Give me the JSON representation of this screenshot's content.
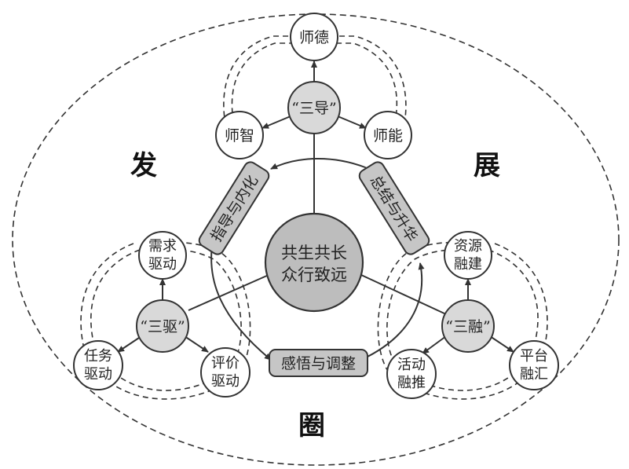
{
  "outer": {
    "label_left": "发",
    "label_right": "展",
    "label_bottom": "圈"
  },
  "core": {
    "line1": "共生共长",
    "line2": "众行致远"
  },
  "groups": {
    "dao": {
      "hub": "“三导”",
      "top": "师德",
      "left": "师智",
      "right": "师能"
    },
    "qu": {
      "hub": "“三驱”",
      "top": {
        "line1": "需求",
        "line2": "驱动"
      },
      "left": {
        "line1": "任务",
        "line2": "驱动"
      },
      "right": {
        "line1": "评价",
        "line2": "驱动"
      }
    },
    "rong": {
      "hub": "“三融”",
      "top": {
        "line1": "资源",
        "line2": "融建"
      },
      "left": {
        "line1": "活动",
        "line2": "融推"
      },
      "right": {
        "line1": "平台",
        "line2": "融汇"
      }
    }
  },
  "cycle": {
    "left": "指导与内化",
    "right": "总结与升华",
    "bottom": "感悟与调整"
  }
}
